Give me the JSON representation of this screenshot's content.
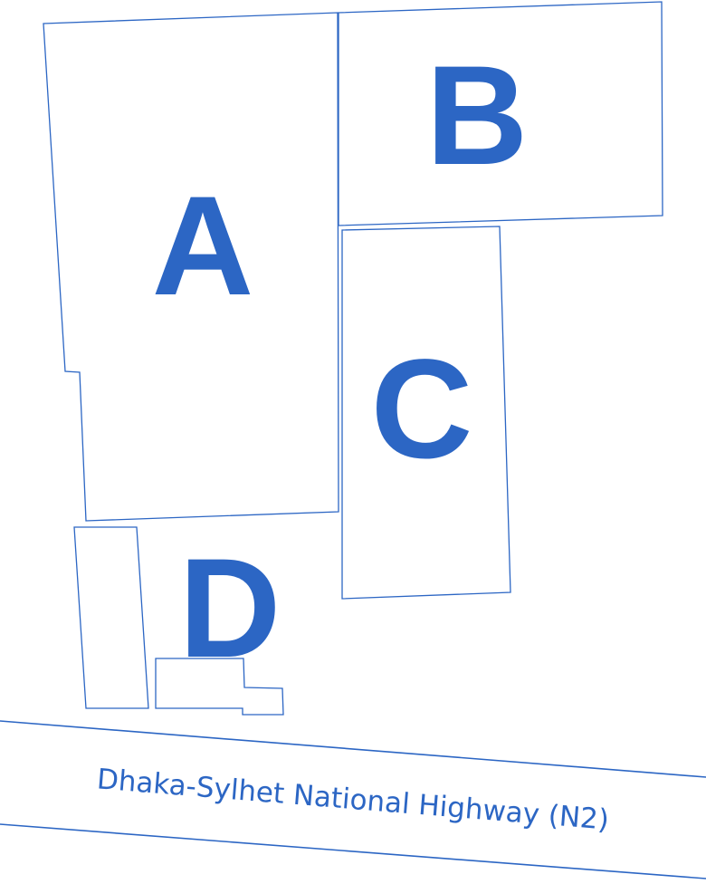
{
  "map": {
    "accent_color": "#2c66c4",
    "background_color": "#ffffff",
    "plots": [
      {
        "id": "A",
        "label": "A"
      },
      {
        "id": "B",
        "label": "B"
      },
      {
        "id": "C",
        "label": "C"
      },
      {
        "id": "D",
        "label": "D"
      }
    ],
    "road": {
      "label": "Dhaka-Sylhet National Highway (N2)"
    }
  }
}
